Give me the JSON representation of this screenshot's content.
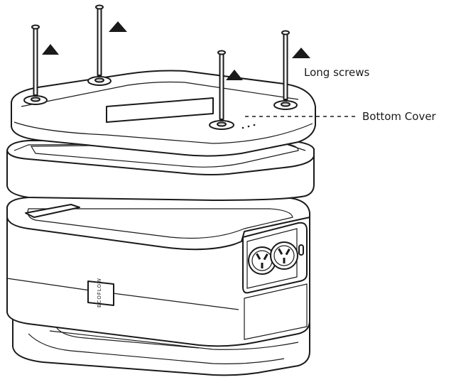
{
  "labels": {
    "long_screws": "Long screws",
    "bottom_cover": "Bottom Cover",
    "brand": "ECOFLOW"
  },
  "colors": {
    "line": "#1a1a1a",
    "background": "#ffffff",
    "shade": "#d9d9d9"
  },
  "icons": {
    "warning": "filled-triangle",
    "outlet": "au-power-socket"
  }
}
